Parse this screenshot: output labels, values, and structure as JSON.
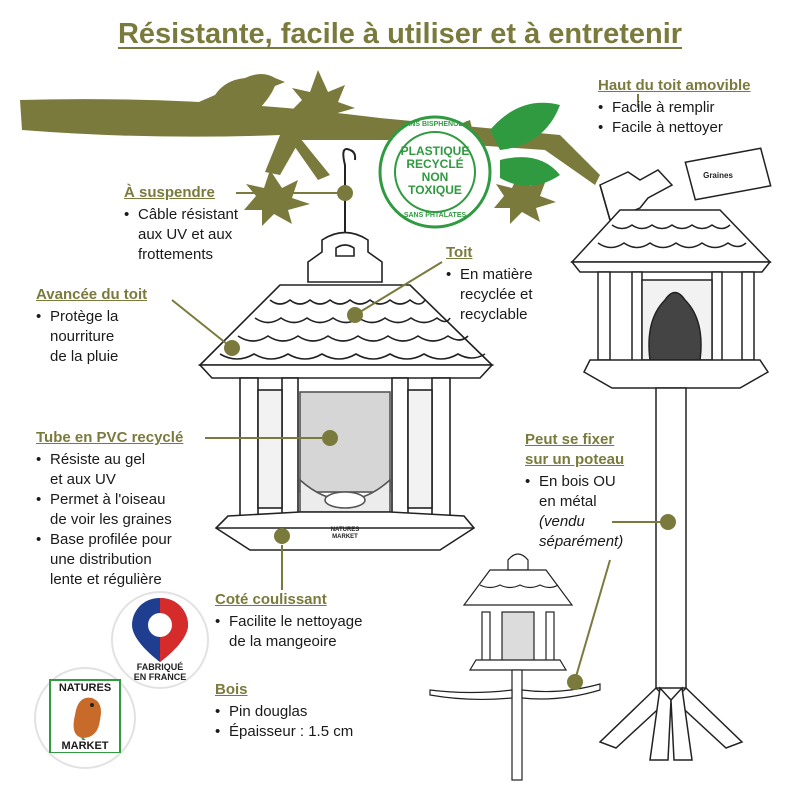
{
  "title": "Résistante, facile à utiliser et à entretenir",
  "features": {
    "hanging": {
      "heading": "À suspendre",
      "items": [
        "Câble résistant",
        "aux UV et aux",
        "frottements"
      ]
    },
    "overhang": {
      "heading": "Avancée du toit",
      "items": [
        "Protège la",
        "nourriture",
        "de la pluie"
      ]
    },
    "roof": {
      "heading": "Toit",
      "items": [
        "En matière",
        "recyclée et",
        "recyclable"
      ]
    },
    "tube": {
      "heading": "Tube en PVC recyclé",
      "items": [
        "Résiste au gel",
        "et aux UV",
        "Permet à l'oiseau",
        "de voir les graines",
        "Base profilée pour",
        "une distribution",
        "lente et régulière"
      ]
    },
    "slide": {
      "heading": "Coté coulissant",
      "items": [
        "Facilite le nettoyage",
        "de la mangeoire"
      ]
    },
    "wood": {
      "heading": "Bois",
      "items": [
        "Pin douglas",
        "Épaisseur : 1.5 cm"
      ]
    },
    "top": {
      "heading": "Haut du toit amovible",
      "items": [
        "Facile à remplir",
        "Facile à nettoyer"
      ]
    },
    "post": {
      "heading_line1": "Peut se fixer",
      "heading_line2": "sur un poteau",
      "items": [
        "En bois OU",
        "en métal",
        "(vendu",
        "séparément)"
      ]
    }
  },
  "badge": {
    "arc_top": "SANS BISPHENOL A",
    "arc_bottom": "SANS PHTALATES",
    "line1": "PLASTIQUE",
    "line2": "RECYCLÉ",
    "line3": "NON",
    "line4": "TOXIQUE"
  },
  "seed_bag_label": "Graines",
  "feeder_label_line1": "NATURES",
  "feeder_label_line2": "MARKET",
  "fabrique": {
    "line1": "FABRIQUÉ",
    "line2": "EN FRANCE"
  },
  "brand_logo": {
    "line1": "NATURES",
    "line2": "MARKET"
  },
  "colors": {
    "olive": "#7b7a3d",
    "green": "#2f9a3f",
    "france_blue": "#1f3e8f",
    "france_red": "#d62b2b"
  }
}
